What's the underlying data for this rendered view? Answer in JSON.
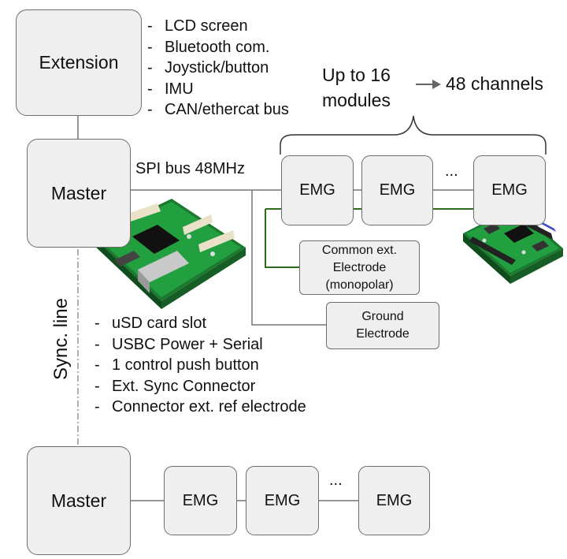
{
  "extension": {
    "label": "Extension",
    "features": [
      "LCD screen",
      "Bluetooth com.",
      "Joystick/button",
      "IMU",
      "CAN/ethercat bus"
    ]
  },
  "top_system": {
    "master_label": "Master",
    "bus_label": "SPI bus 48MHz",
    "modules_label": [
      "Up to 16",
      "modules"
    ],
    "channels_label": "48 channels",
    "emg_labels": [
      "EMG",
      "EMG",
      "EMG"
    ],
    "ellipsis": "...",
    "common_electrode_label": "Common ext.\nElectrode\n(monopolar)",
    "ground_electrode_label": "Ground\nElectrode",
    "master_features": [
      "uSD card slot",
      "USBC Power + Serial",
      "1 control push button",
      "Ext. Sync Connector",
      "Connector ext. ref electrode"
    ]
  },
  "sync_line_label": "Sync. line",
  "bottom_system": {
    "master_label": "Master",
    "emg_labels": [
      "EMG",
      "EMG",
      "EMG"
    ],
    "ellipsis": "..."
  },
  "colors": {
    "box_fill": "#efefef",
    "box_border": "#6e6e6e",
    "line_gray": "#777777",
    "electrode_line_green": "#2e6b1d",
    "pcb_green": "#1f9a3c"
  }
}
